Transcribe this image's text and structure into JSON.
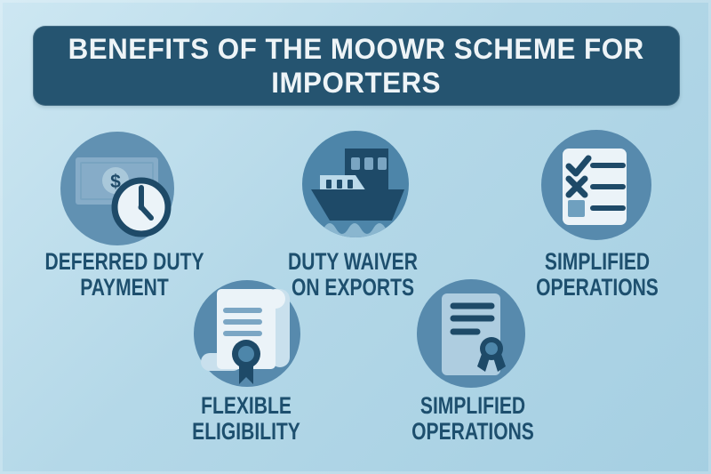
{
  "header": {
    "line1": "BENEFITS OF THE MOOWR SCHEME FOR",
    "line2": "IMPORTERS"
  },
  "benefits": [
    {
      "label_line1": "DEFERRED DUTY",
      "label_line2": "PAYMENT",
      "icon": "money-clock-icon"
    },
    {
      "label_line1": "DUTY WAIVER",
      "label_line2": "ON EXPORTS",
      "icon": "cargo-ship-icon"
    },
    {
      "label_line1": "SIMPLIFIED",
      "label_line2": "OPERATIONS",
      "icon": "checklist-icon"
    },
    {
      "label_line1": "FLEXIBLE",
      "label_line2": "ELIGIBILITY",
      "icon": "scroll-certificate-icon"
    },
    {
      "label_line1": "SIMPLIFIED",
      "label_line2": "OPERATIONS",
      "icon": "certificate-seal-icon"
    }
  ],
  "icons": {
    "dollar_glyph": "$"
  },
  "colors": {
    "bg_top": "#cde7f2",
    "bg_mid": "#b4d8e8",
    "bg_bottom": "#a5cfe2",
    "header_bg": "#255470",
    "header_text": "#eef4f7",
    "label_text": "#1d4f6e",
    "circle_a": "#6191b2",
    "circle_b": "#4d85a9",
    "circle_c": "#578aad",
    "navy": "#1e4a68",
    "paper": "#ebf3f8",
    "paper_blue": "#aecde0",
    "roll": "#c9e0ed",
    "note": "#86acc8",
    "note_line": "#79a4c1",
    "note_circle": "#a9c8da",
    "waves": "#8ab6cf",
    "window_light": "#7aa5c2",
    "wheelhouse": "#bcdaea",
    "line_mid": "#7ba6c4",
    "square_mid": "#6fa0bf",
    "seal_inner": "#4d86aa"
  }
}
